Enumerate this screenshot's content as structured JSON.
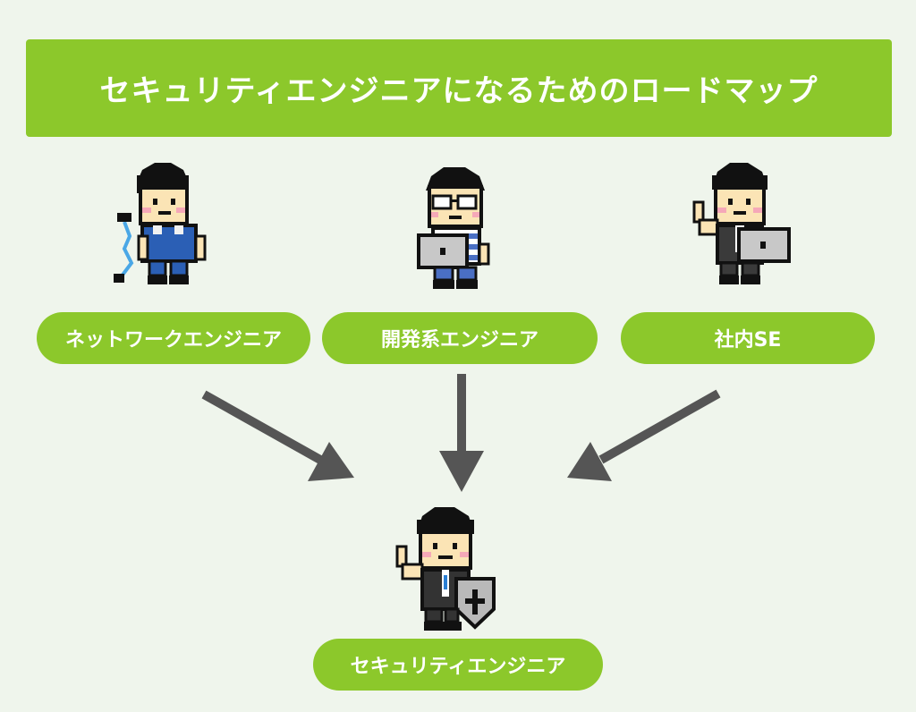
{
  "title": "セキュリティエンジニアになるためのロードマップ",
  "colors": {
    "background": "#eff5ec",
    "accent_green": "#8cc82b",
    "arrow": "#555555",
    "text_on_green": "#ffffff"
  },
  "roles": [
    {
      "label": "ネットワークエンジニア",
      "icon": "network-engineer-icon"
    },
    {
      "label": "開発系エンジニア",
      "icon": "developer-icon"
    },
    {
      "label": "社内SE",
      "icon": "in-house-se-icon"
    }
  ],
  "target": {
    "label": "セキュリティエンジニア",
    "icon": "security-engineer-icon"
  }
}
